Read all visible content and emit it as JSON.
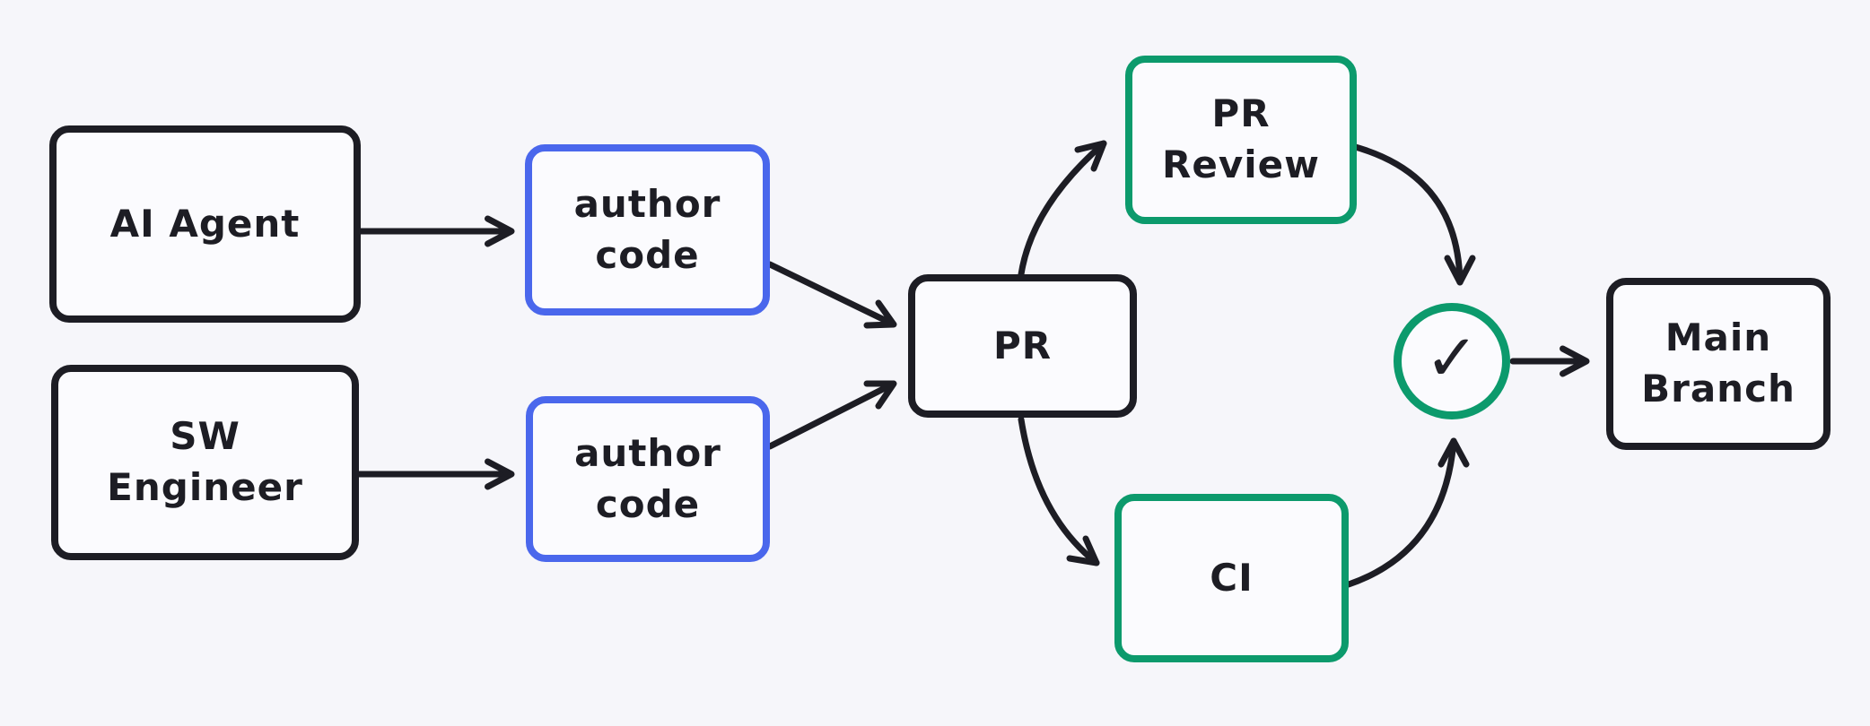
{
  "diagram": {
    "background_color": "#f6f6fa",
    "stroke_color": "#1d1d24",
    "accent_blue": "#4a67ec",
    "accent_green": "#0c9a6c",
    "nodes": {
      "ai_agent": {
        "label": "AI Agent",
        "border": "#1d1d24"
      },
      "sw_engineer": {
        "label": "SW\nEngineer",
        "border": "#1d1d24"
      },
      "author_code_top": {
        "label": "author\ncode",
        "border": "#4a67ec"
      },
      "author_code_bottom": {
        "label": "author\ncode",
        "border": "#4a67ec"
      },
      "pr": {
        "label": "PR",
        "border": "#1d1d24"
      },
      "pr_review": {
        "label": "PR\nReview",
        "border": "#0c9a6c"
      },
      "ci": {
        "label": "CI",
        "border": "#0c9a6c"
      },
      "approval_check": {
        "label": "✓",
        "border": "#0c9a6c"
      },
      "main_branch": {
        "label": "Main\nBranch",
        "border": "#1d1d24"
      }
    },
    "edges": [
      "AI Agent → author code",
      "SW Engineer → author code",
      "author code (top) → PR",
      "author code (bottom) → PR",
      "PR → PR Review",
      "PR Review → approval check",
      "PR → CI",
      "CI → approval check",
      "approval check → Main Branch"
    ]
  }
}
